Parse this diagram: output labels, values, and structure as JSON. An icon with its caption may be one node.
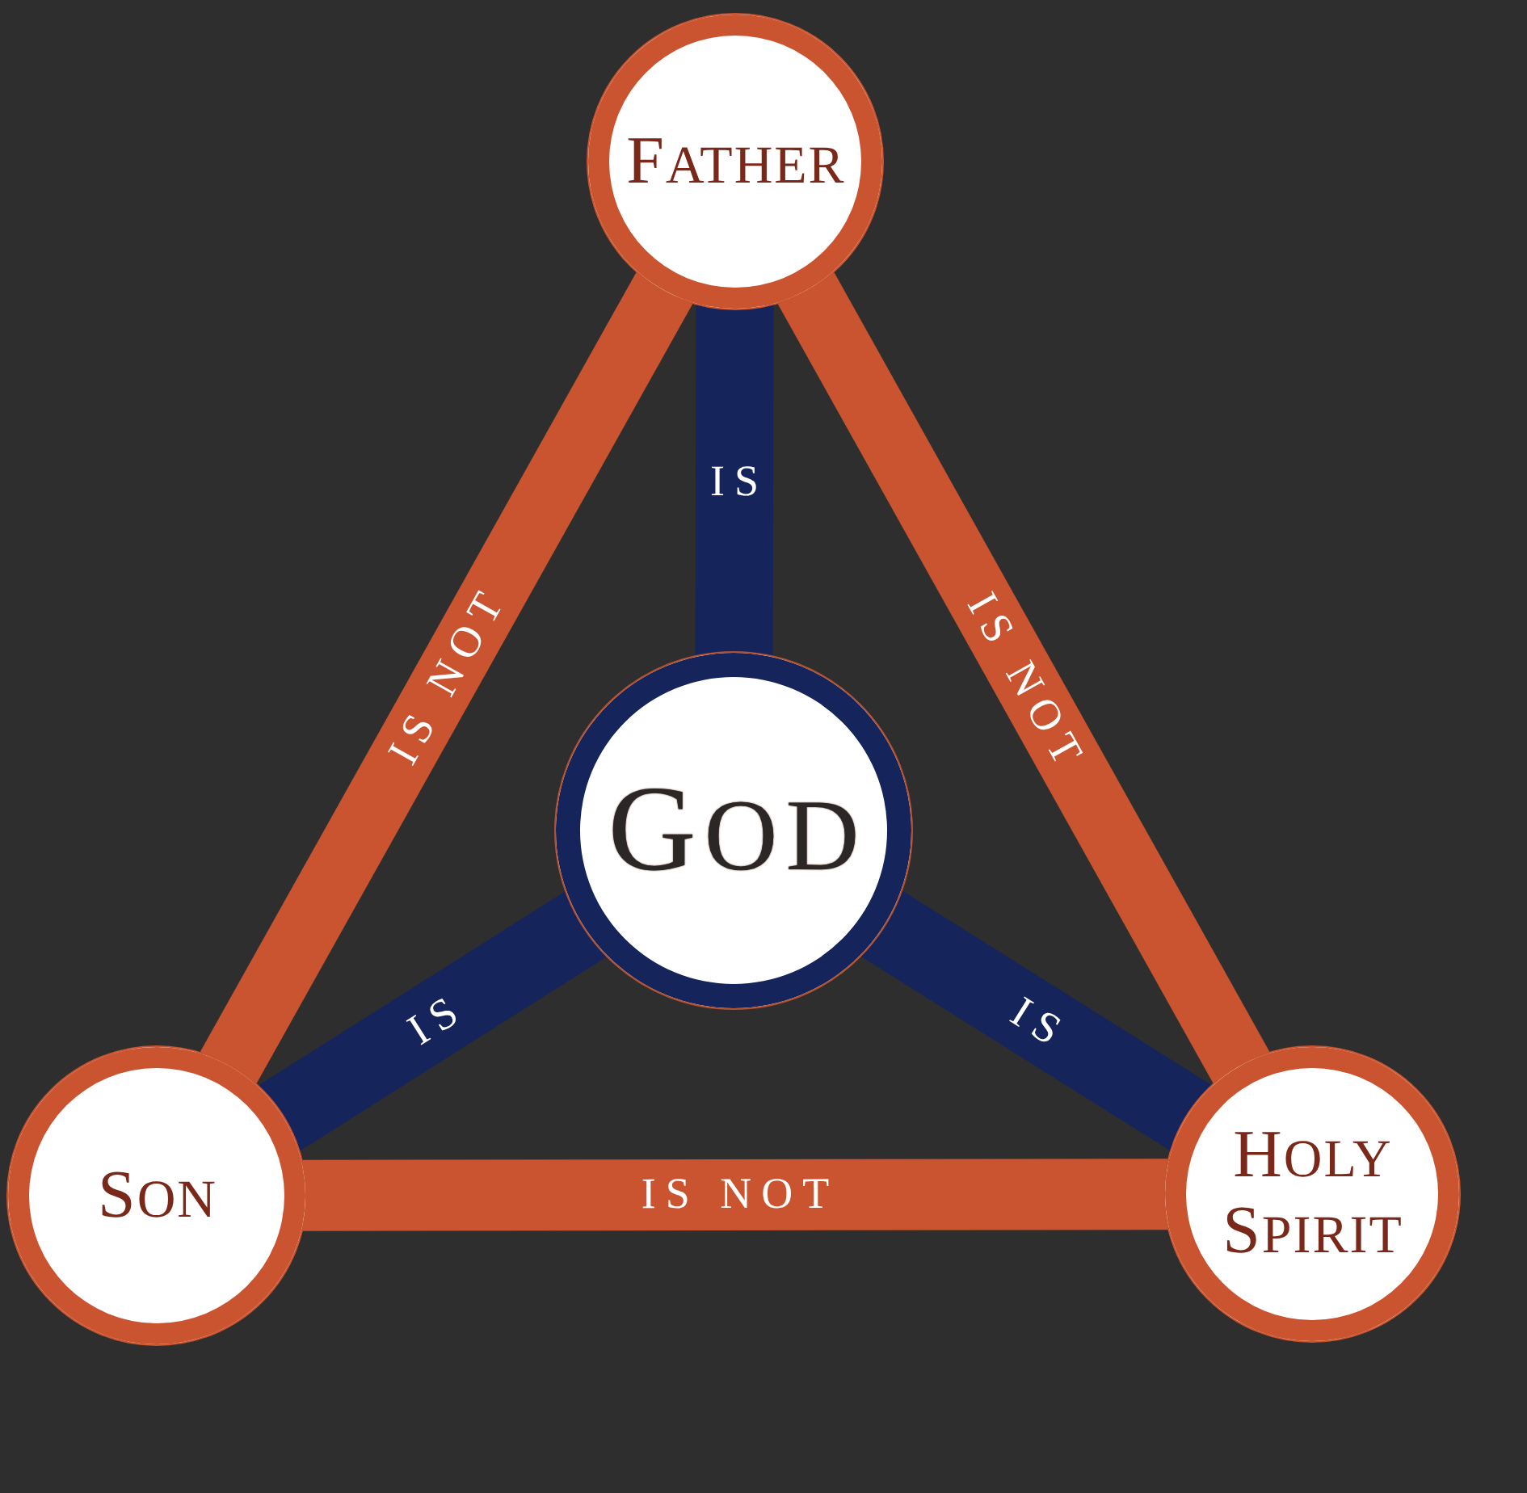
{
  "diagram": {
    "nodes": [
      {
        "text": [
          "FATHER"
        ]
      },
      {
        "text": [
          "GOD"
        ]
      },
      {
        "text": [
          "SON"
        ]
      },
      {
        "text": [
          "HOLY SPIRIT"
        ]
      }
    ],
    "edges": [
      {
        "from": 0,
        "to": 1,
        "arrow": "none",
        "label": "IS",
        "color": "#15255c"
      },
      {
        "from": 2,
        "to": 0,
        "arrow": "none",
        "label": "IS NOT",
        "color": "#c9542f"
      },
      {
        "from": 0,
        "to": 3,
        "arrow": "none",
        "label": "IS NOT",
        "color": "#c9542f"
      },
      {
        "from": 2,
        "to": 1,
        "arrow": "none",
        "label": "IS",
        "color": "#15255c"
      },
      {
        "from": 1,
        "to": 3,
        "arrow": "none",
        "label": "IS",
        "color": "#15255c"
      },
      {
        "from": 2,
        "to": 3,
        "arrow": "none",
        "label": "IS NOT",
        "color": "#c9542f"
      }
    ]
  }
}
